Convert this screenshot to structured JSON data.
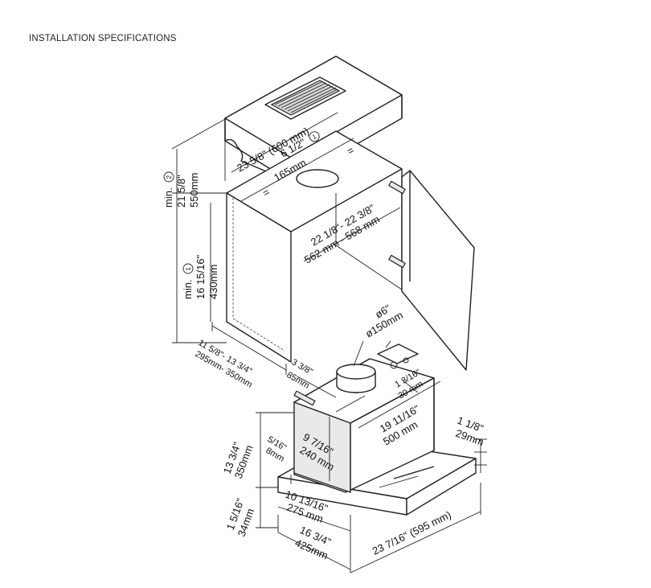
{
  "title": "INSTALLATION SPECIFICATIONS",
  "ceiling": {
    "width": "23 5/8\" (600 mm)",
    "duct_offset_in": "6 1/2\"",
    "duct_offset_mm": "165mm",
    "equal_mark": "=",
    "note": "1"
  },
  "cabinet": {
    "min_height_label": "min.",
    "min_height_note": "2",
    "min_height_in": "21 5/8\"",
    "min_height_mm": "550mm",
    "bottom_clearance_label": "min.",
    "bottom_clearance_note": "1",
    "bottom_clearance_in": "16 15/16\"",
    "bottom_clearance_mm": "430mm",
    "inner_width_in": "22 1/8\"- 22 3/8\"",
    "inner_width_mm": "562 mm - 568 mm",
    "depth_in": "11 5/8\"- 13 3/4\"",
    "depth_mm": "295mm- 350mm"
  },
  "hood": {
    "duct_dia_in": "ø6\"",
    "duct_dia_mm": "ø150mm",
    "duct_offset_in": "3 3/8\"",
    "duct_offset_mm": "85mm",
    "side_offset_in": "1 3/16\"",
    "side_offset_mm": "30 mm",
    "body_width_in": "19 11/16\"",
    "body_width_mm": "500 mm",
    "front_height_in": "1 1/8\"",
    "front_height_mm": "29mm",
    "height_in": "13 3/4\"",
    "height_mm": "350mm",
    "gap_in": "5/16\"",
    "gap_mm": "8mm",
    "body_depth_in": "9 7/16\"",
    "body_depth_mm": "240 mm",
    "front_thickness_in": "1 5/16\"",
    "front_thickness_mm": "34mm",
    "inner_depth_in": "10 13/16\"",
    "inner_depth_mm": "275 mm",
    "total_depth_in": "16 3/4\"",
    "total_depth_mm": "425mm",
    "total_width": "23 7/16\" (595 mm)"
  }
}
